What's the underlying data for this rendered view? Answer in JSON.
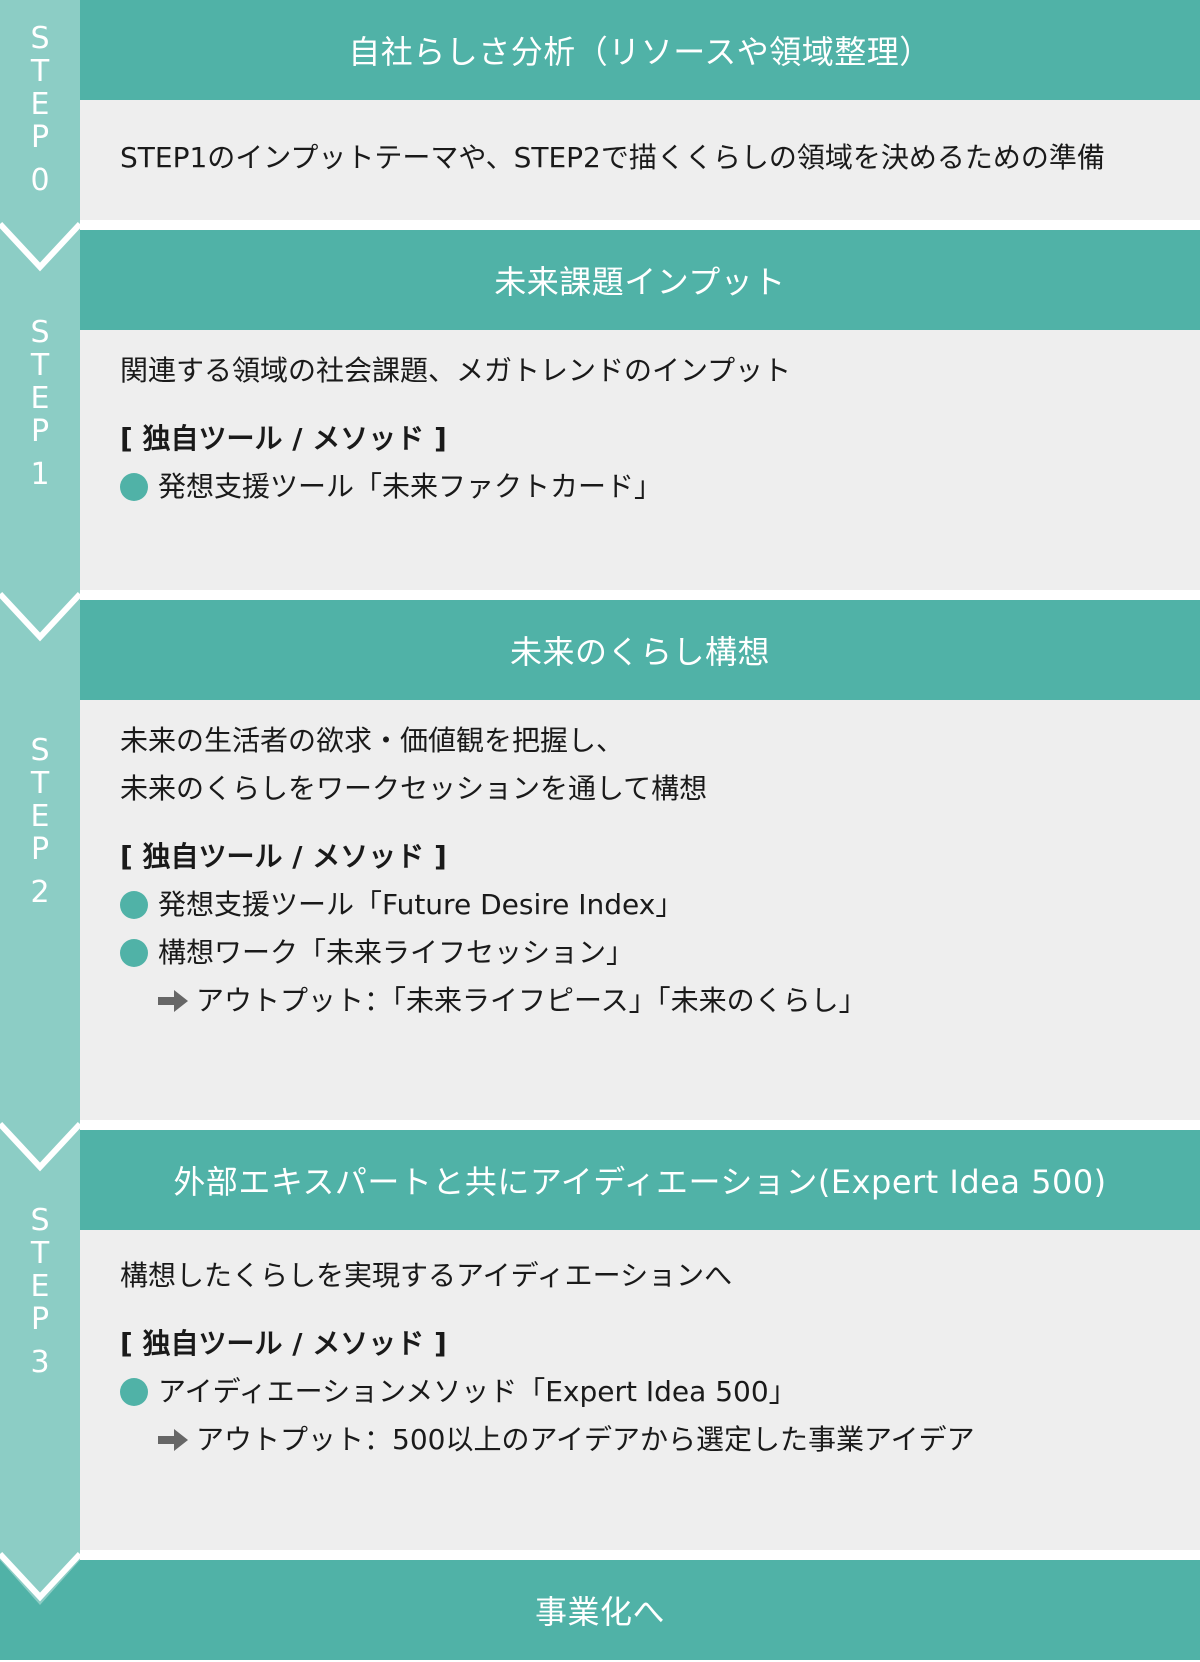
{
  "colors": {
    "header_teal": "#50b2a7",
    "rail_teal": "#8ccdc5",
    "body_gray": "#eeeeee",
    "bullet_teal": "#50b2a7",
    "arrow_gray": "#666666"
  },
  "steps": [
    {
      "rail_letters": [
        "S",
        "T",
        "E",
        "P"
      ],
      "rail_number": "0",
      "title": "自社らしさ分析（リソースや領域整理）",
      "description": [
        "STEP1のインプットテーマや、STEP2で描くくらしの領域を決めるための準備"
      ]
    },
    {
      "rail_letters": [
        "S",
        "T",
        "E",
        "P"
      ],
      "rail_number": "1",
      "title": "未来課題インプット",
      "description": [
        "関連する領域の社会課題、メガトレンドのインプット"
      ],
      "tools_label": "[ 独自ツール / メソッド ]",
      "tools": [
        {
          "bullet": "bullet-dot-icon",
          "text": "発想支援ツール「未来ファクトカード」"
        }
      ]
    },
    {
      "rail_letters": [
        "S",
        "T",
        "E",
        "P"
      ],
      "rail_number": "2",
      "title": "未来のくらし構想",
      "description": [
        "未来の生活者の欲求・価値観を把握し、",
        "未来のくらしをワークセッションを通して構想"
      ],
      "tools_label": "[ 独自ツール / メソッド ]",
      "tools": [
        {
          "bullet": "bullet-dot-icon",
          "text": "発想支援ツール「Future Desire Index」"
        },
        {
          "bullet": "bullet-dot-icon",
          "text": "構想ワーク「未来ライフセッション」"
        }
      ],
      "output": {
        "icon": "arrow-right-icon",
        "text": "アウトプット：「未来ライフピース」「未来のくらし」"
      }
    },
    {
      "rail_letters": [
        "S",
        "T",
        "E",
        "P"
      ],
      "rail_number": "3",
      "title": "外部エキスパートと共にアイディエーション(Expert Idea 500)",
      "description": [
        "構想したくらしを実現するアイディエーションへ"
      ],
      "tools_label": "[ 独自ツール / メソッド ]",
      "tools": [
        {
          "bullet": "bullet-dot-icon",
          "text": "アイディエーションメソッド「Expert Idea 500」"
        }
      ],
      "output": {
        "icon": "arrow-right-icon",
        "text": "アウトプット：500以上のアイデアから選定した事業アイデア"
      }
    }
  ],
  "final": {
    "title": "事業化へ"
  }
}
